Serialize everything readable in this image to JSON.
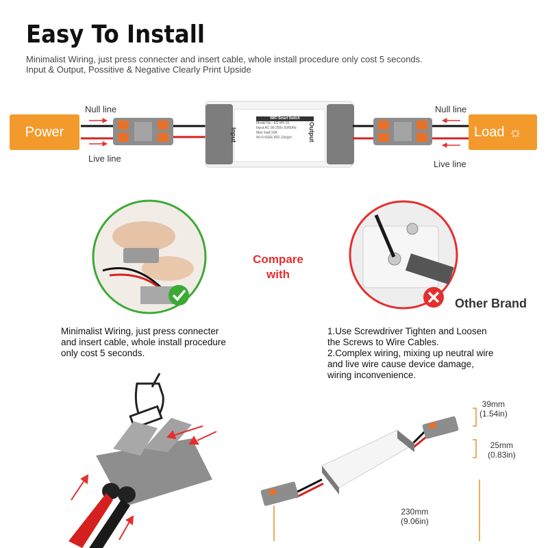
{
  "header": {
    "title": "Easy To Install",
    "subtitle_line1": "Minimalist Wiring, just press connecter and insert cable, whole install procedure only cost 5 seconds.",
    "subtitle_line2": "Input & Output, Possitive & Negative Clearly Print Upside"
  },
  "wiring": {
    "power_label": "Power",
    "load_label": "Load",
    "null_line_left": "Null line",
    "live_line_left": "Live line",
    "null_line_right": "Null line",
    "live_line_right": "Live line",
    "device_input_text": "Input",
    "device_output_text": "Output",
    "device_spec_lines": [
      "WiFi Smart Switch",
      "Model No.: ES WF-01",
      "Input:AC 90-250v 50/60Hz",
      "Max load:10A",
      "Wi-Fi:IEEE 802.11b/g/n"
    ]
  },
  "compare": {
    "label_line1": "Compare",
    "label_line2": "with",
    "other_brand": "Other Brand",
    "left_desc": [
      "Minimalist Wiring, just press connecter",
      "and insert cable, whole install procedure",
      "only cost 5 seconds."
    ],
    "right_desc": [
      "1.Use Screwdriver Tighten and Loosen",
      "the Screws to Wire Cables.",
      "2.Complex wiring, mixing up neutral wire",
      "and live wire cause device damage,",
      "wiring inconvenience."
    ]
  },
  "dimensions": {
    "height_39": "39mm",
    "height_39_in": "(1.54in)",
    "width_25": "25mm",
    "width_25_in": "(0.83in)",
    "length_230": "230mm",
    "length_230_in": "(9.06in)"
  },
  "colors": {
    "accent_orange": "#F39A2C",
    "compare_red": "#E52E2E",
    "check_green": "#3BAA35",
    "wire_red": "#D62020"
  }
}
